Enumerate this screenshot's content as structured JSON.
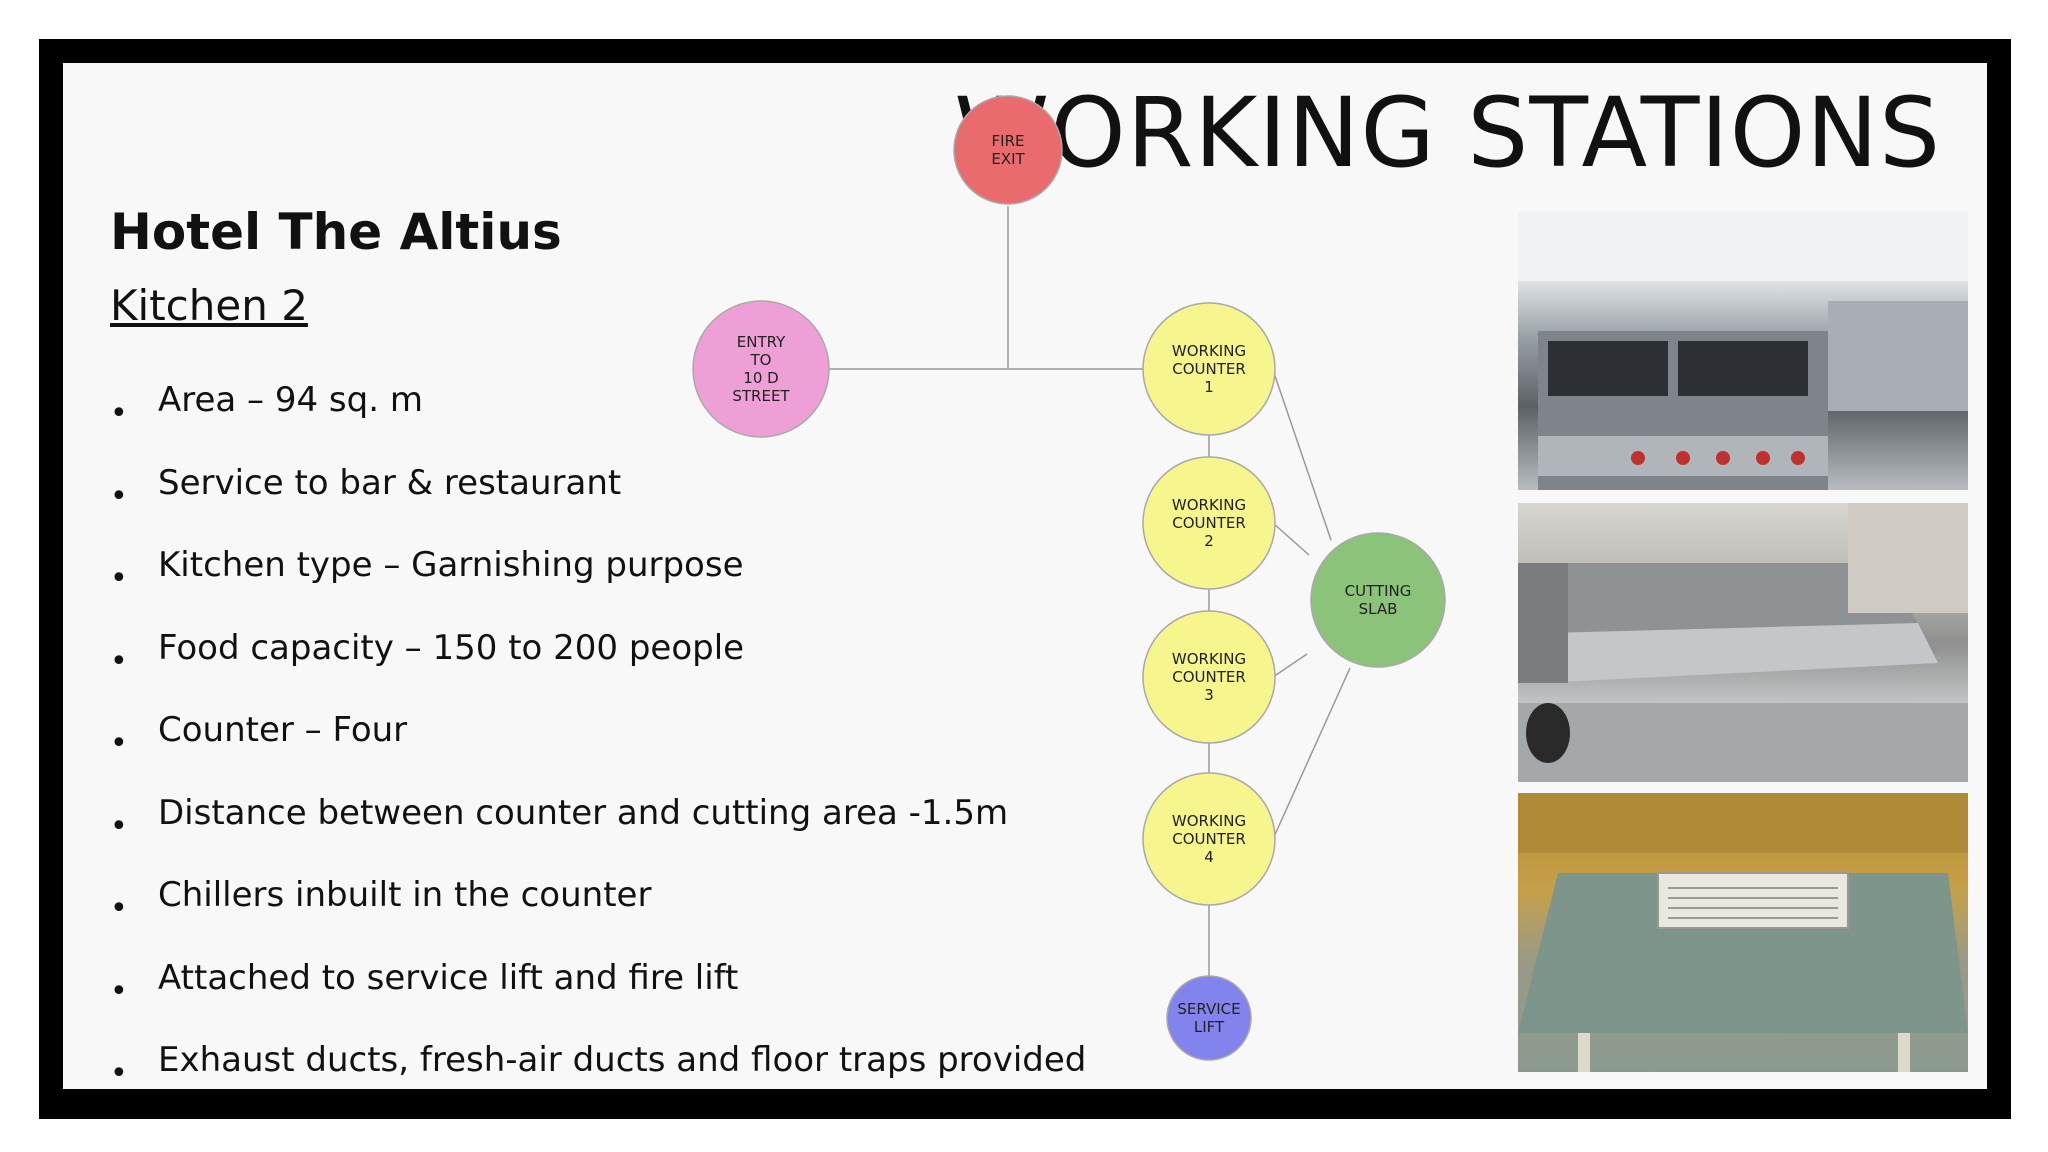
{
  "slide": {
    "title": "WORKING STATIONS",
    "hotel_name": "Hotel The Altius",
    "kitchen_name": "Kitchen 2",
    "bullets": [
      "Area – 94 sq. m",
      "Service to bar & restaurant",
      "Kitchen type – Garnishing purpose",
      "Food capacity – 150 to 200 people",
      "Counter – Four",
      "Distance between counter and cutting area -1.5m",
      "Chillers inbuilt in the counter",
      "Attached to service lift and fire lift",
      "Exhaust ducts, fresh-air ducts and floor traps provided"
    ]
  },
  "diagram": {
    "nodes": [
      {
        "id": "fire_exit",
        "lines": [
          "FIRE",
          "EXIT"
        ],
        "color": "#ea6b6e"
      },
      {
        "id": "entry",
        "lines": [
          "ENTRY",
          "TO",
          "10 D",
          "STREET"
        ],
        "color": "#ee9fd6"
      },
      {
        "id": "counter1",
        "lines": [
          "WORKING",
          "COUNTER",
          "1"
        ],
        "color": "#f7f58e"
      },
      {
        "id": "counter2",
        "lines": [
          "WORKING",
          "COUNTER",
          "2"
        ],
        "color": "#f7f58e"
      },
      {
        "id": "counter3",
        "lines": [
          "WORKING",
          "COUNTER",
          "3"
        ],
        "color": "#f7f58e"
      },
      {
        "id": "counter4",
        "lines": [
          "WORKING",
          "COUNTER",
          "4"
        ],
        "color": "#f7f58e"
      },
      {
        "id": "cutting_slab",
        "lines": [
          "CUTTING",
          "SLAB"
        ],
        "color": "#8cc37a"
      },
      {
        "id": "service_lift",
        "lines": [
          "SERVICE",
          "LIFT"
        ],
        "color": "#8383ee"
      }
    ]
  },
  "photos": [
    {
      "name": "kitchen-stove-photo"
    },
    {
      "name": "kitchen-exhaust-hood-photo"
    },
    {
      "name": "ceiling-air-duct-photo"
    }
  ]
}
